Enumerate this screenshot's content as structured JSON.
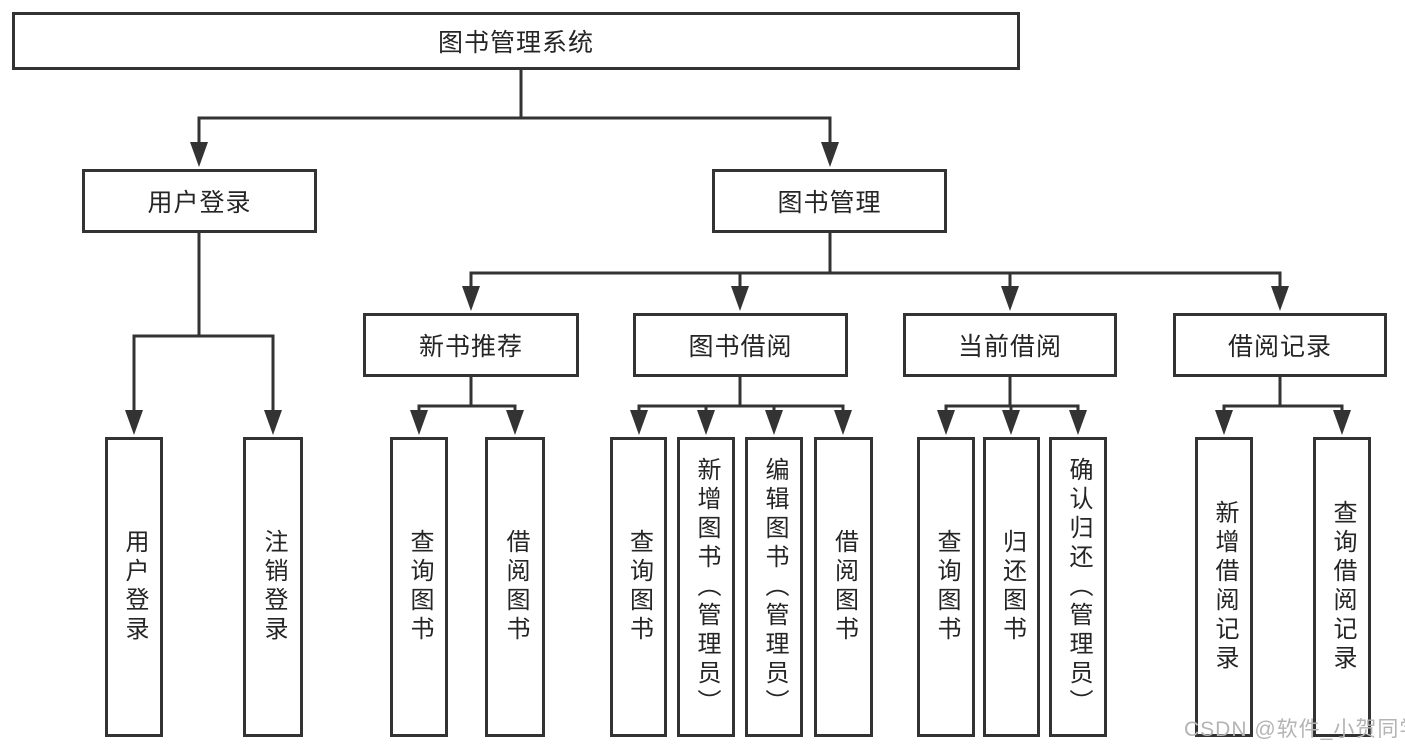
{
  "watermark": "CSDN @软件_小贺同学",
  "colors": {
    "line": "#333333",
    "text": "#252525",
    "watermark": "#b4b4b4"
  },
  "tree": {
    "root": {
      "label": "图书管理系统",
      "children": [
        {
          "label": "用户登录",
          "children": [
            {
              "label": "用户登录"
            },
            {
              "label": "注销登录"
            }
          ]
        },
        {
          "label": "图书管理",
          "children": [
            {
              "label": "新书推荐",
              "children": [
                {
                  "label": "查询图书"
                },
                {
                  "label": "借阅图书"
                }
              ]
            },
            {
              "label": "图书借阅",
              "children": [
                {
                  "label": "查询图书"
                },
                {
                  "label": "新增图书（管理员）"
                },
                {
                  "label": "编辑图书（管理员）"
                },
                {
                  "label": "借阅图书"
                }
              ]
            },
            {
              "label": "当前借阅",
              "children": [
                {
                  "label": "查询图书"
                },
                {
                  "label": "归还图书"
                },
                {
                  "label": "确认归还（管理员）"
                }
              ]
            },
            {
              "label": "借阅记录",
              "children": [
                {
                  "label": "新增借阅记录"
                },
                {
                  "label": "查询借阅记录"
                }
              ]
            }
          ]
        }
      ]
    }
  }
}
